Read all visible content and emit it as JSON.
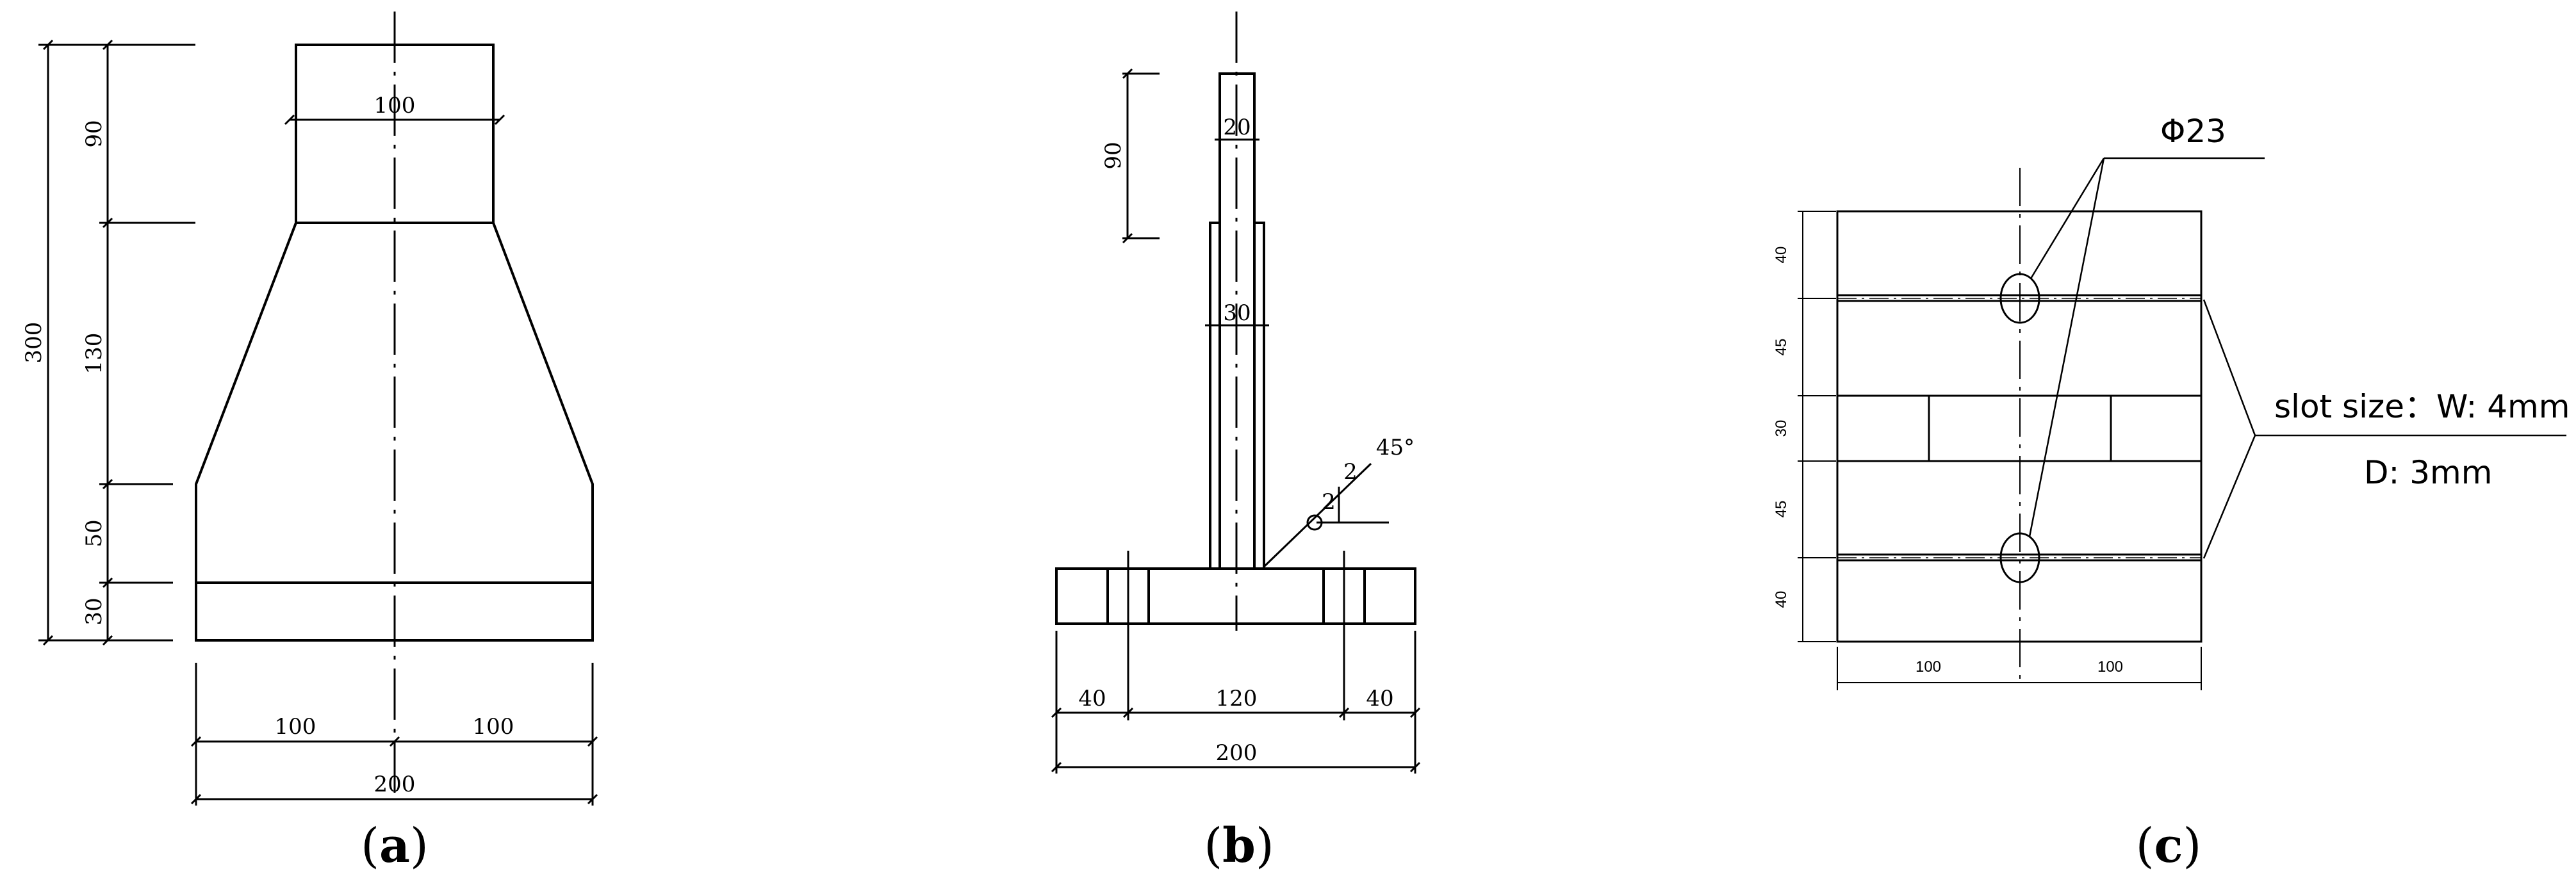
{
  "figure_a": {
    "caption_letter": "a",
    "dims": {
      "top_width": "100",
      "total_height": "300",
      "h1": "90",
      "h2": "130",
      "h3": "50",
      "h4": "30",
      "half_left": "100",
      "half_right": "100",
      "base_width": "200"
    }
  },
  "figure_b": {
    "caption_letter": "b",
    "dims": {
      "stem_height": "90",
      "stem_top_width": "20",
      "stem_width": "30",
      "base_left": "40",
      "base_mid": "120",
      "base_right": "40",
      "base_total": "200"
    },
    "weld": {
      "leg_1": "2",
      "leg_2": "2",
      "angle": "45°"
    }
  },
  "figure_c": {
    "caption_letter": "c",
    "dims": {
      "heights": [
        "40",
        "45",
        "30",
        "45",
        "40"
      ],
      "widths": [
        "100",
        "100"
      ]
    },
    "hole_label": "Φ23",
    "slot_label_1": "slot size：W: 4mm",
    "slot_label_2": "D: 3mm"
  },
  "colors": {
    "line": "#000000",
    "background": "#ffffff"
  }
}
